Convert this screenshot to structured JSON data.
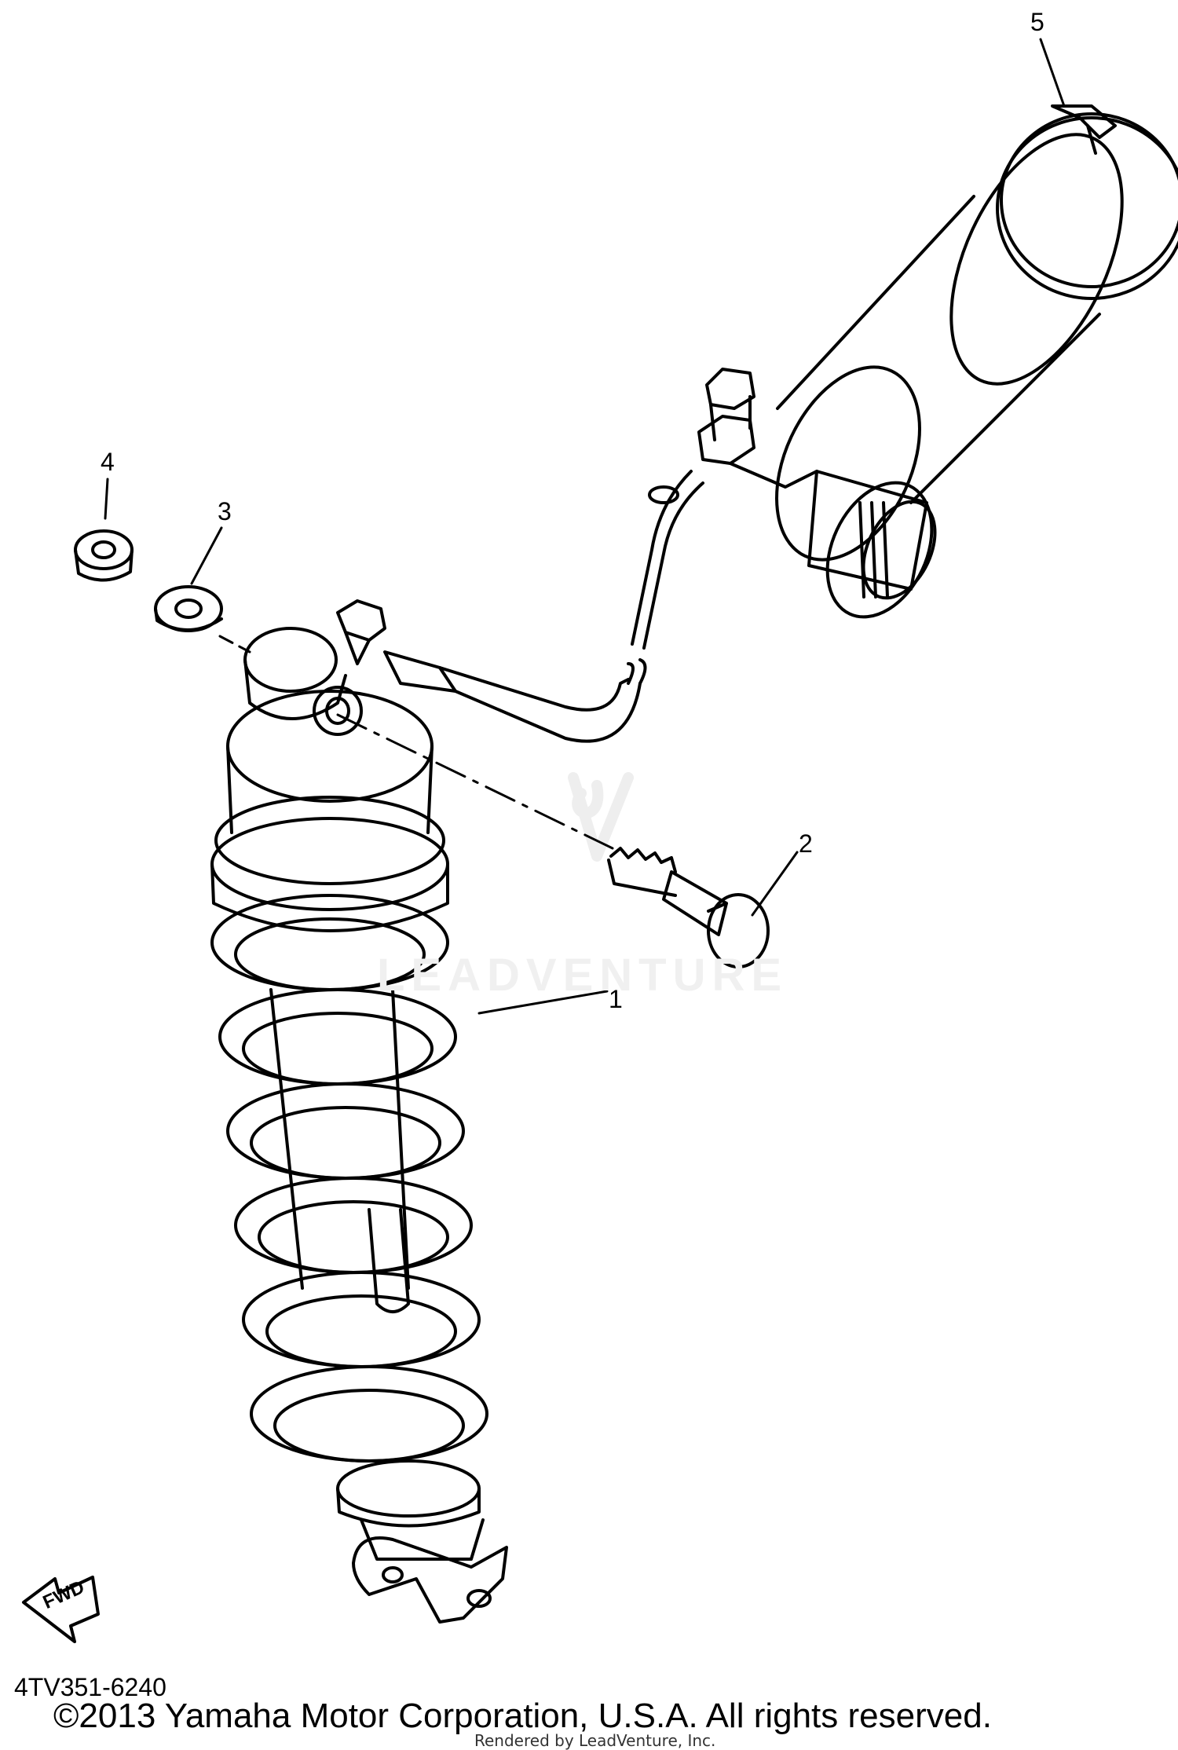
{
  "diagram": {
    "callouts": [
      "1",
      "2",
      "3",
      "4",
      "5"
    ],
    "fwd_label": "FWD",
    "watermark": "LEADVENTURE",
    "diagram_code": "4TV351-6240",
    "copyright": "©2013 Yamaha Motor Corporation, U.S.A. All rights reserved.",
    "rendered_by": "Rendered by LeadVenture, Inc."
  }
}
